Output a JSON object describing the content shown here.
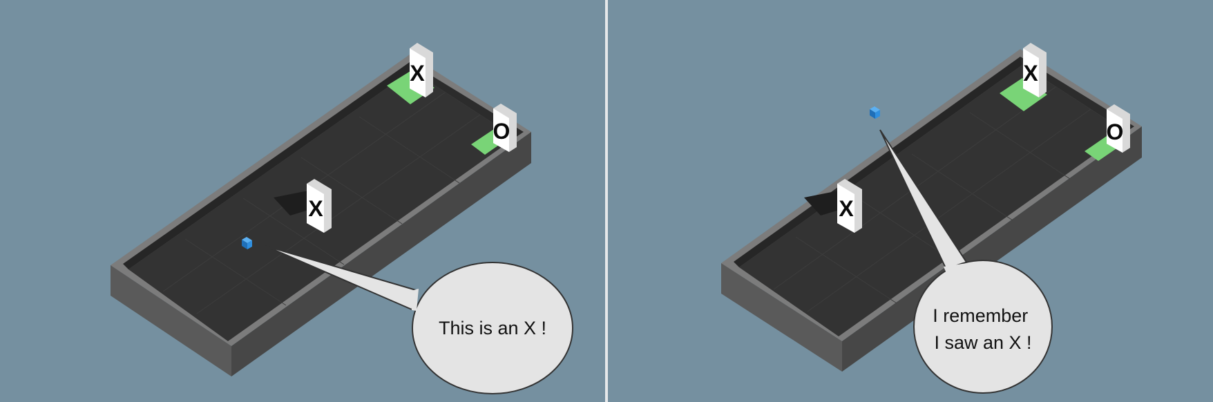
{
  "colors": {
    "sky": "#7590a0",
    "floor": "#333333",
    "wall_top": "#7c7c7c",
    "wall_inner": "#555555",
    "wall_front": "#464646",
    "goal": "#79d477",
    "agent": "#2f8fe0",
    "sign_face": "#ffffff",
    "bubble": "#e4e4e4"
  },
  "panels": [
    {
      "id": "left",
      "cue_symbol": "X",
      "goal_symbols": [
        "X",
        "O"
      ],
      "speech": {
        "lines": [
          "This is an X !"
        ]
      }
    },
    {
      "id": "right",
      "cue_symbol": "X",
      "goal_symbols": [
        "X",
        "O"
      ],
      "speech": {
        "lines": [
          "I remember",
          "I saw an X !"
        ]
      }
    }
  ]
}
